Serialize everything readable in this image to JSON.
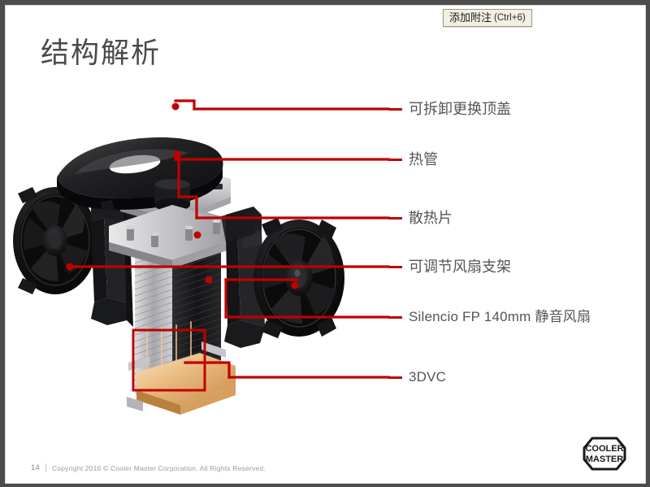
{
  "app": {
    "tooltip": {
      "label": "添加附注",
      "shortcut": "(Ctrl+6)"
    }
  },
  "slide": {
    "title": "结构解析",
    "callouts": [
      {
        "label": "可拆卸更换顶盖",
        "script": "cjk"
      },
      {
        "label": "热管",
        "script": "cjk"
      },
      {
        "label": "散热片",
        "script": "cjk"
      },
      {
        "label": "可调节风扇支架",
        "script": "cjk"
      },
      {
        "label": "Silencio FP 140mm 静音风扇",
        "script": "latin"
      },
      {
        "label": "3DVC",
        "script": "latin"
      }
    ],
    "footer": {
      "page": "14",
      "copyright": "Copyright 2016 © Cooler Master Corporation. All Rights Reserved."
    },
    "logo": {
      "line1": "COOLER",
      "line2": "MASTER"
    }
  },
  "colors": {
    "leader_red": "#c00000",
    "title_gray": "#4a4a4a",
    "label_gray": "#555555",
    "frame_dark": "#4c4c4c",
    "tooltip_bg": "#f3efe2"
  }
}
